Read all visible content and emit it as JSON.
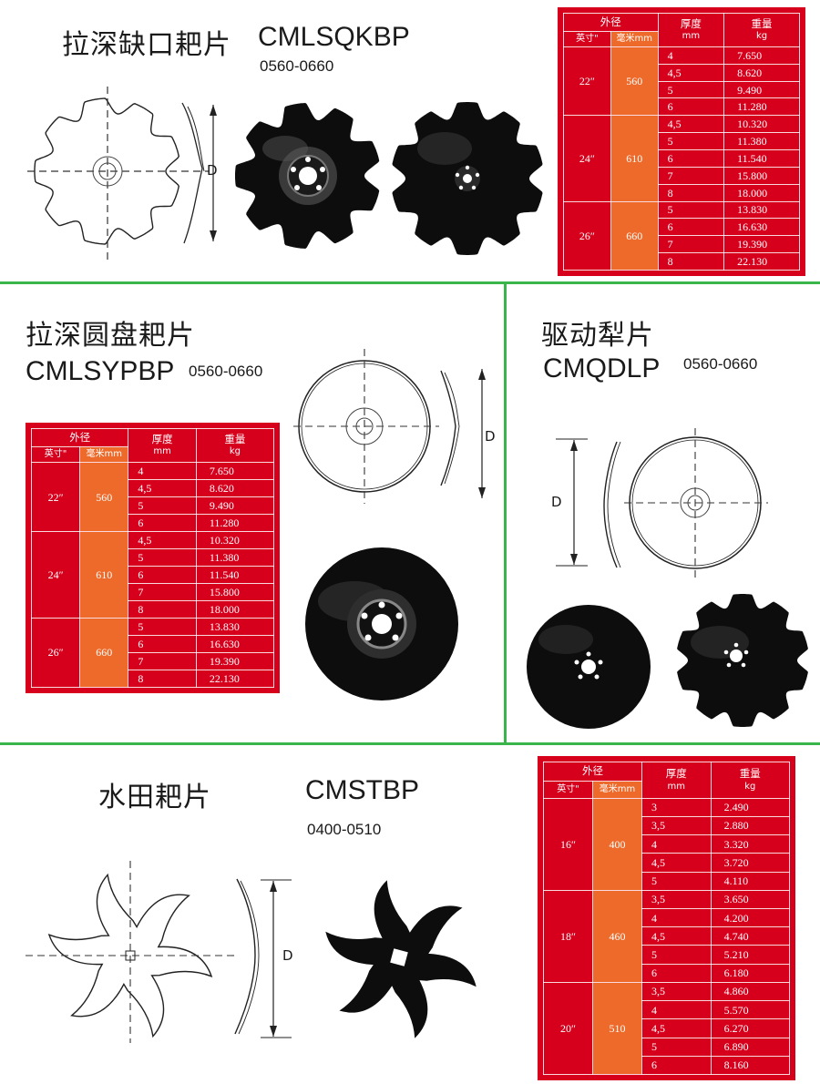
{
  "products": [
    {
      "name_cn": "拉深缺口耙片",
      "code": "CMLSQKBP",
      "range": "0560-0660",
      "d_label": "D",
      "table": {
        "header": {
          "outer_dia": "外径",
          "inch": "英寸\"",
          "mm": "毫米mm",
          "thickness": "厚度",
          "thickness_unit": "mm",
          "weight": "重量",
          "weight_unit": "kg"
        },
        "groups": [
          {
            "inch": "22″",
            "mm": "560",
            "rows": [
              {
                "t": "4",
                "w": "7.650"
              },
              {
                "t": "4,5",
                "w": "8.620"
              },
              {
                "t": "5",
                "w": "9.490"
              },
              {
                "t": "6",
                "w": "11.280"
              }
            ]
          },
          {
            "inch": "24″",
            "mm": "610",
            "rows": [
              {
                "t": "4,5",
                "w": "10.320"
              },
              {
                "t": "5",
                "w": "11.380"
              },
              {
                "t": "6",
                "w": "11.540"
              },
              {
                "t": "7",
                "w": "15.800"
              },
              {
                "t": "8",
                "w": "18.000"
              }
            ]
          },
          {
            "inch": "26″",
            "mm": "660",
            "rows": [
              {
                "t": "5",
                "w": "13.830"
              },
              {
                "t": "6",
                "w": "16.630"
              },
              {
                "t": "7",
                "w": "19.390"
              },
              {
                "t": "8",
                "w": "22.130"
              }
            ]
          }
        ]
      }
    },
    {
      "name_cn": "拉深圆盘耙片",
      "code": "CMLSYPBP",
      "range": "0560-0660",
      "d_label": "D",
      "table": {
        "header": {
          "outer_dia": "外径",
          "inch": "英寸\"",
          "mm": "毫米mm",
          "thickness": "厚度",
          "thickness_unit": "mm",
          "weight": "重量",
          "weight_unit": "kg"
        },
        "groups": [
          {
            "inch": "22″",
            "mm": "560",
            "rows": [
              {
                "t": "4",
                "w": "7.650"
              },
              {
                "t": "4,5",
                "w": "8.620"
              },
              {
                "t": "5",
                "w": "9.490"
              },
              {
                "t": "6",
                "w": "11.280"
              }
            ]
          },
          {
            "inch": "24″",
            "mm": "610",
            "rows": [
              {
                "t": "4,5",
                "w": "10.320"
              },
              {
                "t": "5",
                "w": "11.380"
              },
              {
                "t": "6",
                "w": "11.540"
              },
              {
                "t": "7",
                "w": "15.800"
              },
              {
                "t": "8",
                "w": "18.000"
              }
            ]
          },
          {
            "inch": "26″",
            "mm": "660",
            "rows": [
              {
                "t": "5",
                "w": "13.830"
              },
              {
                "t": "6",
                "w": "16.630"
              },
              {
                "t": "7",
                "w": "19.390"
              },
              {
                "t": "8",
                "w": "22.130"
              }
            ]
          }
        ]
      }
    },
    {
      "name_cn": "驱动犁片",
      "code": "CMQDLP",
      "range": "0560-0660",
      "d_label": "D"
    },
    {
      "name_cn": "水田耙片",
      "code": "CMSTBP",
      "range": "0400-0510",
      "d_label": "D",
      "table": {
        "header": {
          "outer_dia": "外径",
          "inch": "英寸\"",
          "mm": "毫米mm",
          "thickness": "厚度",
          "thickness_unit": "mm",
          "weight": "重量",
          "weight_unit": "kg"
        },
        "groups": [
          {
            "inch": "16″",
            "mm": "400",
            "rows": [
              {
                "t": "3",
                "w": "2.490"
              },
              {
                "t": "3,5",
                "w": "2.880"
              },
              {
                "t": "4",
                "w": "3.320"
              },
              {
                "t": "4,5",
                "w": "3.720"
              },
              {
                "t": "5",
                "w": "4.110"
              }
            ]
          },
          {
            "inch": "18″",
            "mm": "460",
            "rows": [
              {
                "t": "3,5",
                "w": "3.650"
              },
              {
                "t": "4",
                "w": "4.200"
              },
              {
                "t": "4,5",
                "w": "4.740"
              },
              {
                "t": "5",
                "w": "5.210"
              },
              {
                "t": "6",
                "w": "6.180"
              }
            ]
          },
          {
            "inch": "20″",
            "mm": "510",
            "rows": [
              {
                "t": "3,5",
                "w": "4.860"
              },
              {
                "t": "4",
                "w": "5.570"
              },
              {
                "t": "4,5",
                "w": "6.270"
              },
              {
                "t": "5",
                "w": "6.890"
              },
              {
                "t": "6",
                "w": "8.160"
              }
            ]
          }
        ]
      }
    }
  ],
  "colors": {
    "table_red": "#d6001c",
    "table_orange": "#ee6a2a",
    "divider_green": "#39b54a",
    "disc_black": "#0d0d0d"
  }
}
